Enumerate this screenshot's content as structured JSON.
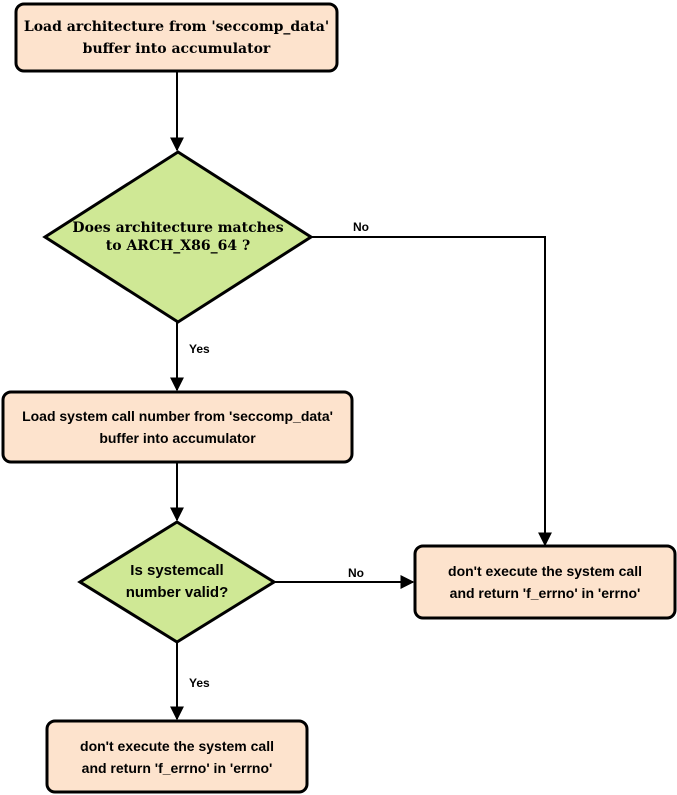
{
  "colors": {
    "process_fill": "#fde3cd",
    "decision_fill": "#cfe895",
    "stroke": "#000000"
  },
  "nodes": {
    "load_arch": {
      "text": "Load architecture from 'seccomp_data'\nbuffer into accumulator"
    },
    "check_arch": {
      "text": "Does architecture matches\nto ARCH_X86_64 ?"
    },
    "load_syscall": {
      "text": "Load system call number from 'seccomp_data'\nbuffer into accumulator"
    },
    "check_syscall": {
      "text": "Is systemcall\nnumber valid?"
    },
    "deny_right": {
      "text": "don't execute the system call\nand return 'f_errno' in 'errno'"
    },
    "deny_bottom": {
      "text": "don't execute the system call\nand return 'f_errno' in 'errno'"
    }
  },
  "edges": {
    "arch_no": {
      "label": "No"
    },
    "arch_yes": {
      "label": "Yes"
    },
    "syscall_no": {
      "label": "No"
    },
    "syscall_yes": {
      "label": "Yes"
    }
  }
}
